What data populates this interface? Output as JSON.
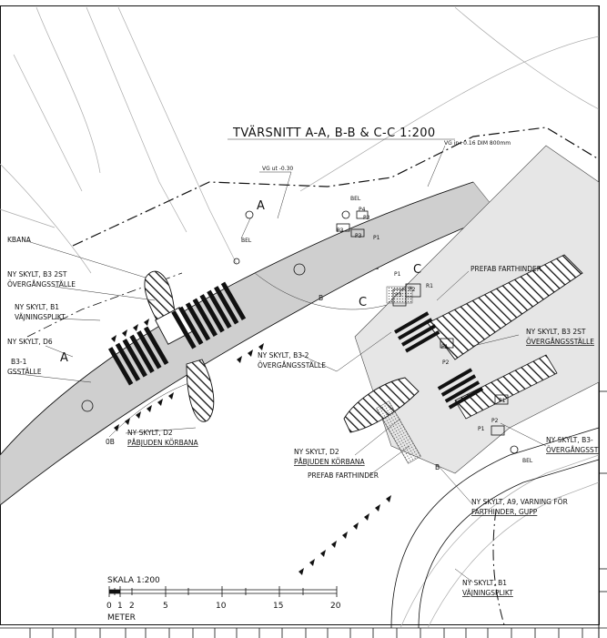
{
  "title": "TVÄRSNITT A-A, B-B & C-C 1:200",
  "labels": {
    "vg_top": "VG in+0.16 DIM 800mm",
    "vg_left": "VG ut -0.30",
    "bel_top": "BEL",
    "bel_mid": "BEL",
    "bel_right": "BEL",
    "p4": "P4",
    "p3_a": "P3",
    "p3_b": "P3",
    "p3_c": "P3",
    "p3_d": "P3",
    "p1_a": "P1",
    "p1_b": "P1",
    "p1_c": "P1",
    "p1_d": "P1",
    "p1_e": "P1",
    "p2_a": "P2",
    "p2_b": "P2",
    "p2_c": "P2",
    "r1": "R1",
    "kbana": "KBANA",
    "skylt_b3_2st_left_1": "NY SKYLT, B3 2ST",
    "skylt_b3_2st_left_2": "ÖVERGÅNGSSTÄLLE",
    "skylt_b1_left_1": "NY SKYLT, B1",
    "skylt_b1_left_2": "VÄJNINGSPLIKT",
    "skylt_d6": "NY SKYLT, D6",
    "b3_1": "B3-1",
    "gsstalle": "GSSTÄLLE",
    "skylt_d2_left_1": "NY SKYLT, D2",
    "skylt_d2_left_2": "PÅBJUDEN KÖRBANA",
    "ob": "0B",
    "skylt_b3_2_1": "NY SKYLT, B3-2",
    "skylt_b3_2_2": "ÖVERGÅNGSSTÄLLE",
    "prefab_top": "PREFAB FARTHINDER",
    "skylt_b3_2st_right_1": "NY SKYLT, B3 2ST",
    "skylt_b3_2st_right_2": "ÖVERGÅNGSSTÄLLE",
    "skylt_d2_mid_1": "NY SKYLT, D2",
    "skylt_d2_mid_2": "PÅBJUDEN KÖRBANA",
    "prefab_bottom": "PREFAB FARTHINDER",
    "skylt_b3_far_1": "NY SKYLT, B3-",
    "skylt_b3_far_2": "ÖVERGÅNGSST",
    "skylt_a9_1": "NY SKYLT, A9, VARNING FÖR",
    "skylt_a9_2": "FARTHINDER, GUPP",
    "skylt_b1_right_1": "NY SKYLT, B1",
    "skylt_b1_right_2": "VÄJNINGSPLIKT",
    "sec_a": "A",
    "sec_a2": "A",
    "sec_b": "B",
    "sec_b2": "B",
    "sec_c": "C",
    "sec_c2": "C"
  },
  "scale": {
    "label": "SKALA 1:200",
    "unit": "METER",
    "ticks": [
      "0",
      "1",
      "2",
      "5",
      "10",
      "15",
      "20"
    ]
  },
  "colors": {
    "road_gray": "#cfcfcf",
    "paper": "#ffffff",
    "ink": "#111111"
  }
}
